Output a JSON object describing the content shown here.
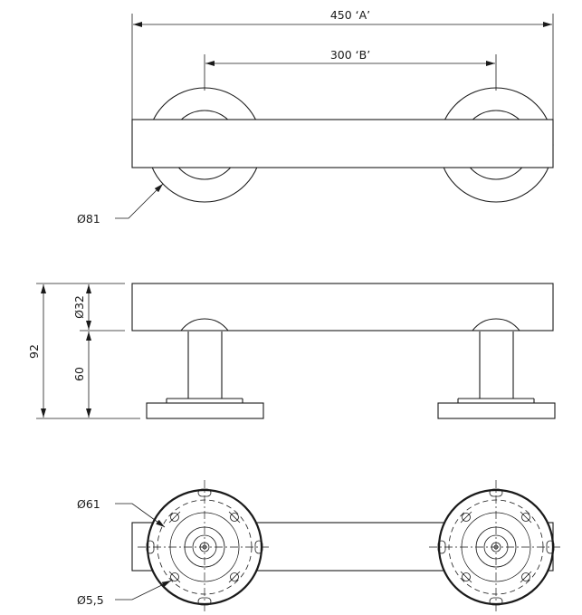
{
  "drawing": {
    "top_view": {
      "overall_length": "450 ‘A’",
      "center_distance": "300 ‘B’",
      "rose_diameter": "Ø81"
    },
    "side_view": {
      "total_height": "92",
      "bar_diameter": "Ø32",
      "standoff_height": "60"
    },
    "bottom_view": {
      "hole_circle": "Ø61",
      "screw_hole": "Ø5,5"
    }
  }
}
